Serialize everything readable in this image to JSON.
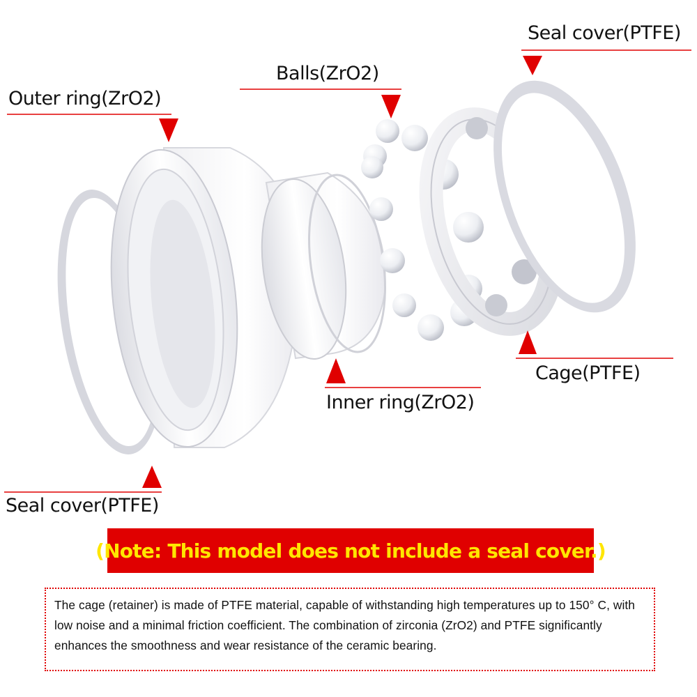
{
  "labels": {
    "seal_cover_top": "Seal cover(PTFE)",
    "balls": "Balls(ZrO2)",
    "outer_ring": "Outer ring(ZrO2)",
    "cage": "Cage(PTFE)",
    "inner_ring": "Inner ring(ZrO2)",
    "seal_cover_bottom": "Seal cover(PTFE)"
  },
  "note": "(Note: This model does not include a seal cover.)",
  "description": "The cage (retainer) is made of PTFE material, capable of withstanding high temperatures up to 150° C, with low noise and a minimal friction coefficient. The combination of zirconia (ZrO2) and PTFE significantly enhances the smoothness and wear resistance of the ceramic bearing.",
  "colors": {
    "accent_red": "#e00000",
    "note_text_yellow": "#ffe600"
  }
}
